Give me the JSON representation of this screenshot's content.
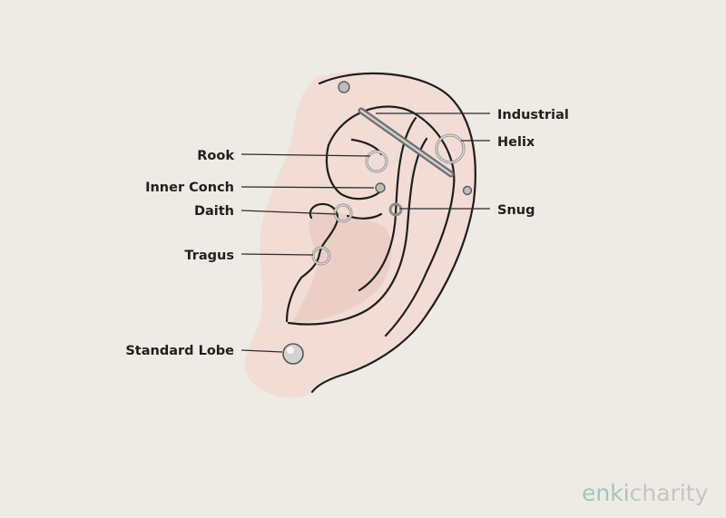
{
  "labels": {
    "industrial": "Industrial",
    "helix": "Helix",
    "rook": "Rook",
    "inner_conch": "Inner Conch",
    "daith": "Daith",
    "snug": "Snug",
    "tragus": "Tragus",
    "standard_lobe": "Standard Lobe"
  },
  "brand": {
    "part1": "enki",
    "part2": "charity"
  },
  "colors": {
    "background": "#eeebe6",
    "skin": "#f2ddd6",
    "skin_shadow": "#e8cdc4",
    "outline": "#1e1e1e",
    "jewelry": "#8d8d8d",
    "brand_teal": "#9fc7c0",
    "brand_gray": "#c5c5c5"
  }
}
